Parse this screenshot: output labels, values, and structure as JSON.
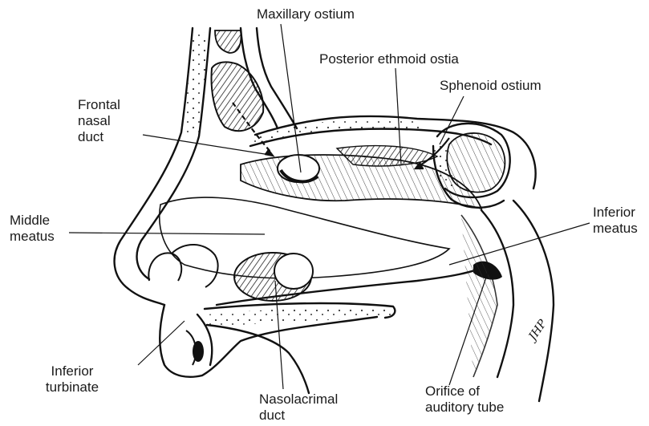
{
  "labels": {
    "maxillary_ostium": "Maxillary ostium",
    "posterior_ethmoid_ostia": "Posterior ethmoid ostia",
    "sphenoid_ostium": "Sphenoid ostium",
    "frontal_nasal_duct": "Frontal\nnasal\nduct",
    "middle_meatus": "Middle\nmeatus",
    "inferior_meatus": "Inferior\nmeatus",
    "inferior_turbinate": "Inferior\nturbinate",
    "nasolacrimal_duct": "Nasolacrimal\nduct",
    "orifice_auditory_tube": "Orifice of\nauditory tube"
  },
  "signature": "JHP"
}
